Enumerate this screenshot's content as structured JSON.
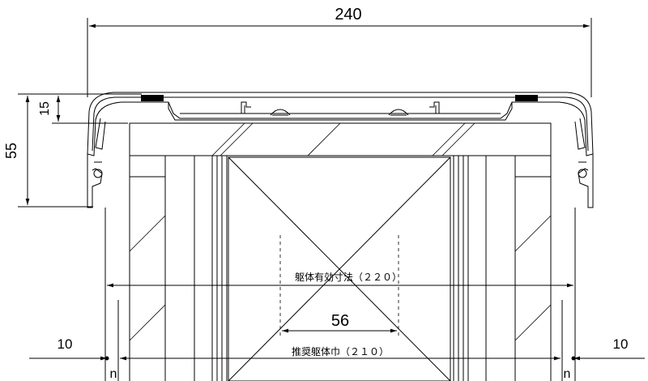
{
  "dimensions": {
    "overall_width": "240",
    "height_total": "55",
    "height_top": "15",
    "effective_frame": "躯体有効寸法（２２０）",
    "recommended_frame": "推奨躯体巾（２１０）",
    "center_width": "56",
    "left_offset": "10",
    "right_offset": "10",
    "left_clearance": "n",
    "right_clearance": "n"
  }
}
